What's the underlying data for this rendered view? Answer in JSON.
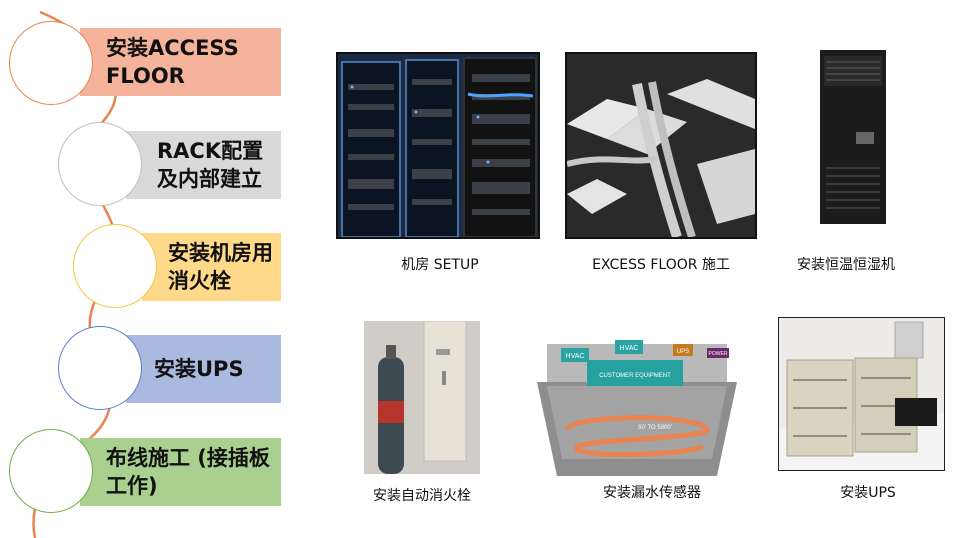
{
  "steps": [
    {
      "label": "安装ACCESS FLOOR",
      "color": "#f4b39a",
      "ring": "#e9834f"
    },
    {
      "label": "RACK配置及内部建立",
      "color": "#d9d9d9",
      "ring": "#bfbfbf"
    },
    {
      "label": "安装机房用消火栓",
      "color": "#ffd98a",
      "ring": "#f2c640"
    },
    {
      "label": "安装UPS",
      "color": "#a9b9e0",
      "ring": "#5a7fc6"
    },
    {
      "label": "布线施工 (接插板 工作)",
      "color": "#a9d08e",
      "ring": "#70ad47"
    }
  ],
  "photos": [
    {
      "caption": "机房 SETUP"
    },
    {
      "caption": "EXCESS FLOOR 施工"
    },
    {
      "caption": "安装恒温恒湿机"
    },
    {
      "caption": "安装自动消火栓"
    },
    {
      "caption": "安装漏水传感器",
      "labels": {
        "hvac1": "HVAC",
        "hvac2": "HVAC",
        "ups": "UPS",
        "power": "POWER",
        "equipment": "CUSTOMER EQUIPMENT",
        "dist": "50' TO 5000'"
      }
    },
    {
      "caption": "安装UPS"
    }
  ]
}
